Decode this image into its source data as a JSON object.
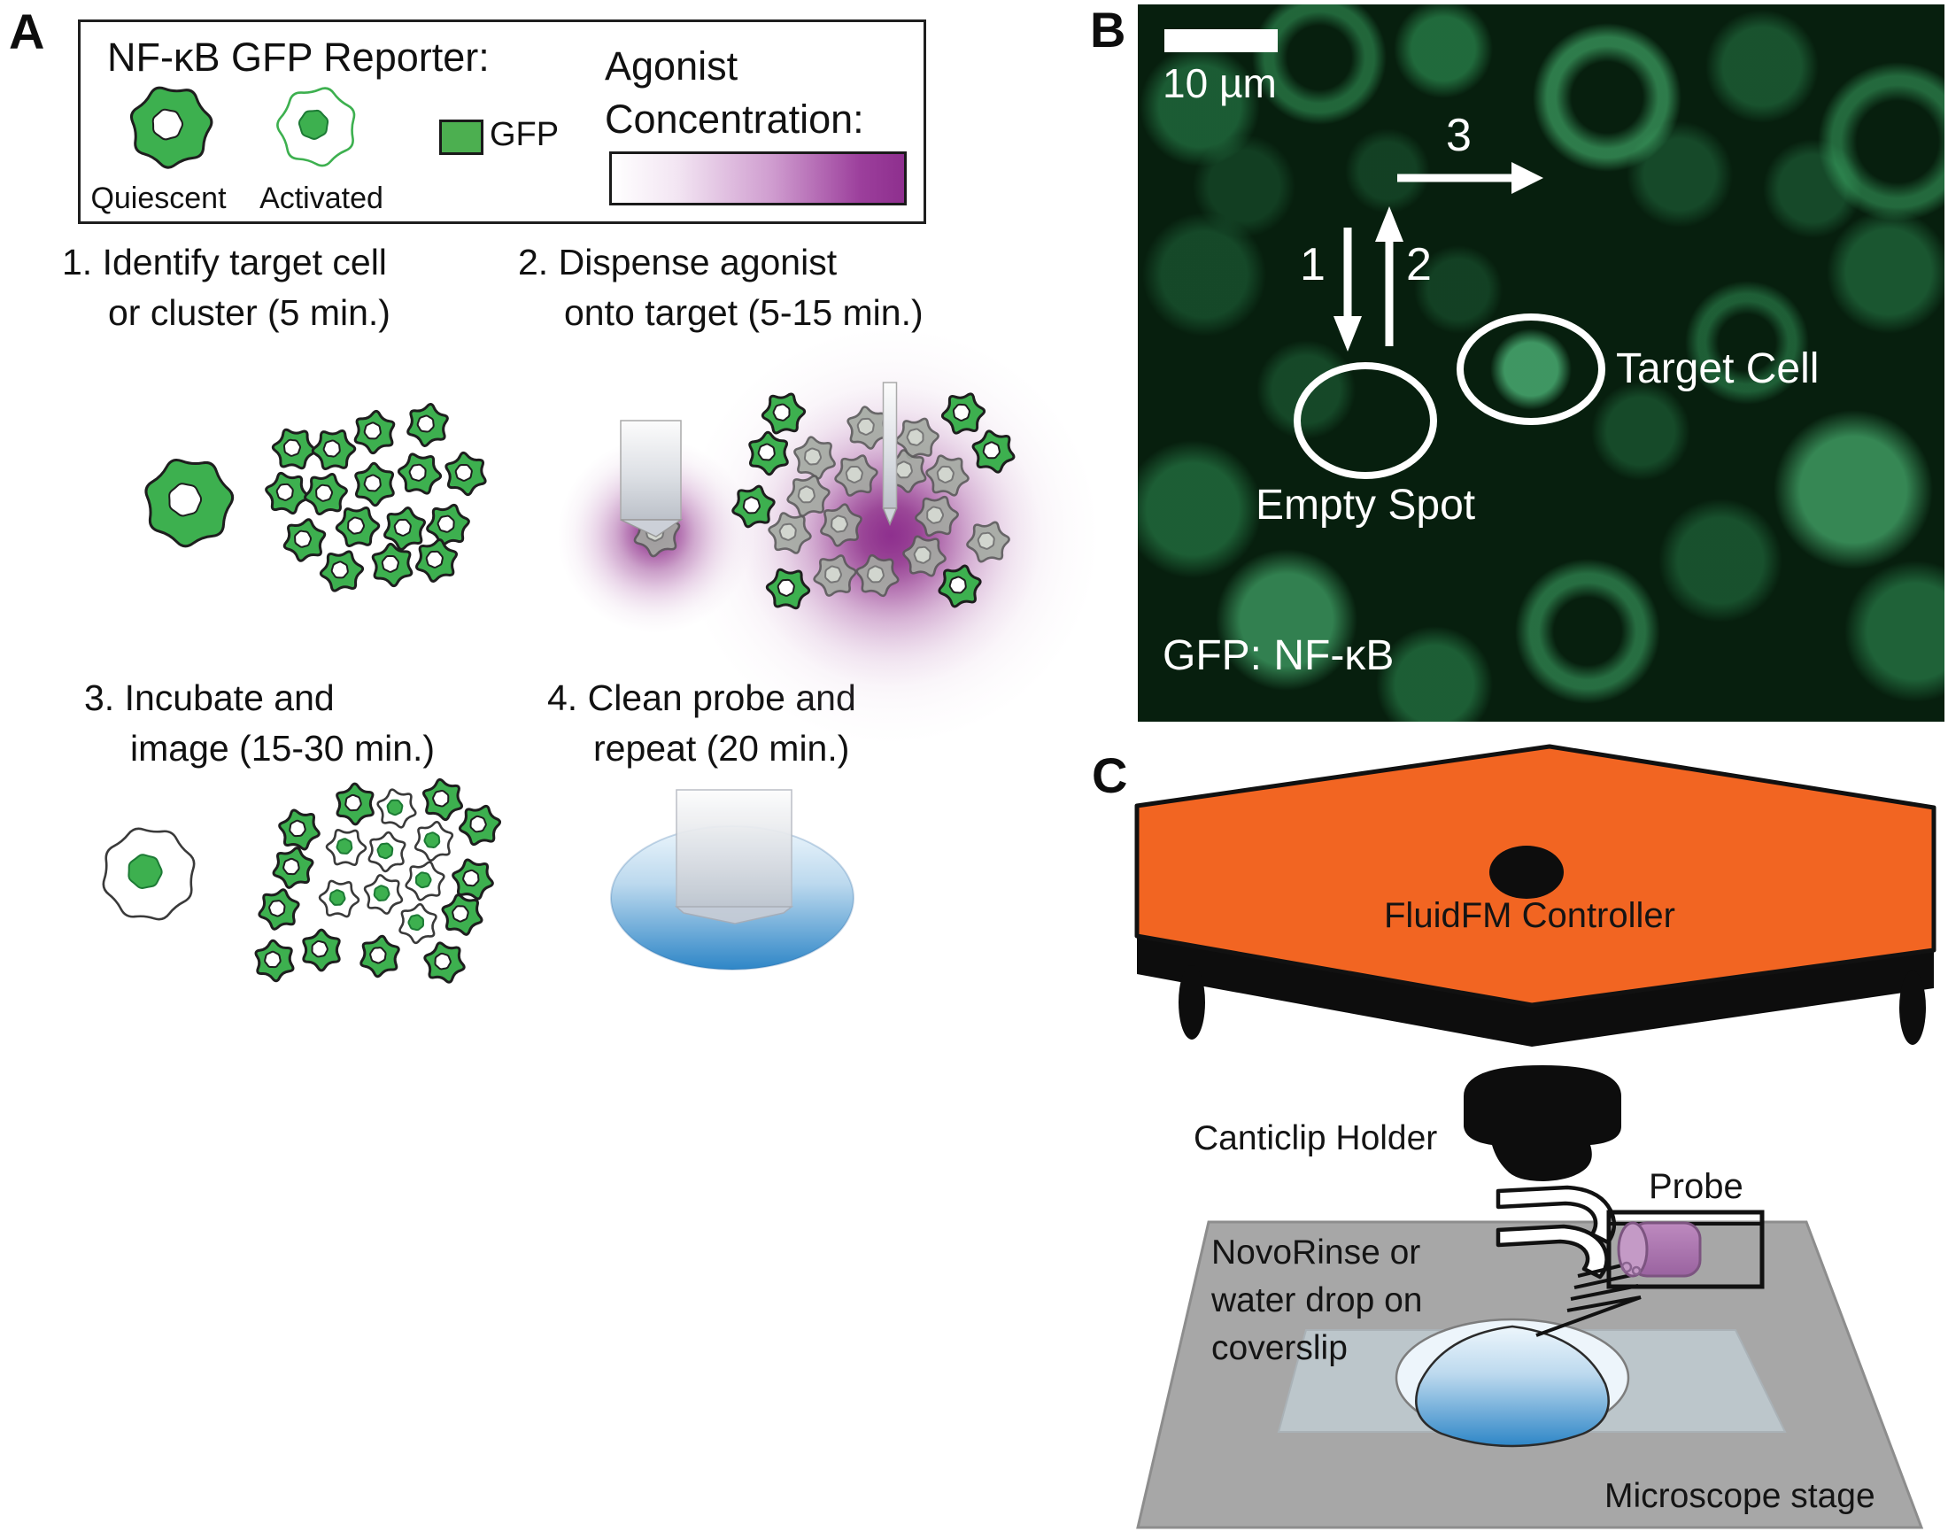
{
  "figure": {
    "panel_a": {
      "label": "A",
      "legend": {
        "title": "NF-κB GFP Reporter:",
        "quiescent": "Quiescent",
        "activated": "Activated",
        "gfp": "GFP",
        "agonist_line1": "Agonist",
        "agonist_line2": "Concentration:"
      },
      "steps": [
        {
          "line1": "1. Identify target cell",
          "line2": "or cluster (5 min.)"
        },
        {
          "line1": "2. Dispense agonist",
          "line2": "onto target (5-15 min.)"
        },
        {
          "line1": "3. Incubate and",
          "line2": "image (15-30 min.)"
        },
        {
          "line1": "4. Clean probe and",
          "line2": "repeat (20 min.)"
        }
      ]
    },
    "panel_b": {
      "label": "B",
      "scale_bar_label": "10 µm",
      "step_arrows": [
        "1",
        "2",
        "3"
      ],
      "empty_spot_label": "Empty Spot",
      "target_cell_label": "Target Cell",
      "caption": "GFP: NF-κB"
    },
    "panel_c": {
      "label": "C",
      "controller_label": "FluidFM Controller",
      "holder_label": "Canticlip Holder",
      "probe_label": "Probe",
      "drop_label_lines": [
        "NovoRinse or",
        "water drop on",
        "coverslip"
      ],
      "stage_label": "Microscope stage"
    },
    "colors": {
      "cell_green": "#3DB04F",
      "agonist_purple": "#8E2F8E",
      "controller_orange": "#F26522",
      "drop_blue": "#2E86C7",
      "micrograph_background": "#071F0E",
      "probe_cylinder_purple": "#A873AB",
      "stage_gray": "#A7A7A7"
    }
  }
}
